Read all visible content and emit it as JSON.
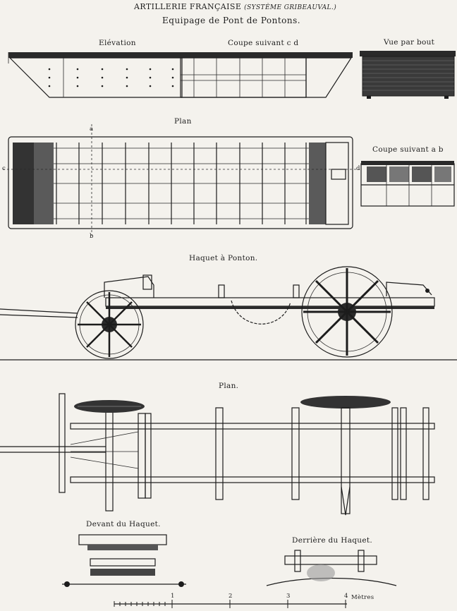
{
  "header": {
    "title": "ARTILLERIE FRANÇAISE",
    "system": "(SYSTÈME GRIBEAUVAL.)",
    "subtitle": "Equipage de Pont de Pontons."
  },
  "pontoon": {
    "elevation_label": "Elévation",
    "section_cd_label": "Coupe suivant c d",
    "end_view_label": "Vue par bout",
    "plan_label": "Plan",
    "section_ab_label": "Coupe suivant a b",
    "letters": {
      "a": "a",
      "b": "b",
      "c": "c",
      "d": "d"
    }
  },
  "haquet": {
    "title": "Haquet à Ponton.",
    "plan_label": "Plan.",
    "front_label": "Devant du Haquet.",
    "rear_label": "Derrière du Haquet."
  },
  "scale": {
    "ticks": [
      "1",
      "2",
      "3",
      "4"
    ],
    "unit": "Mètres"
  },
  "colors": {
    "ink": "#1c1c1c",
    "paper": "#f4f2ed"
  }
}
